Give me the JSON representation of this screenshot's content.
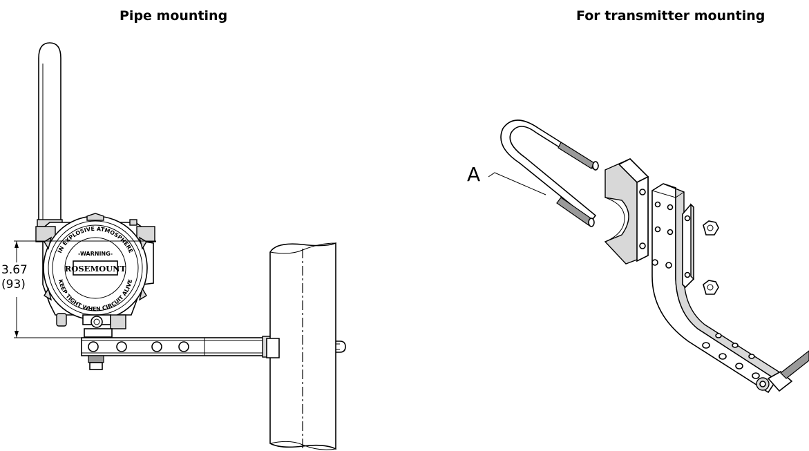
{
  "titles": {
    "left": "Pipe mounting",
    "right": "For transmitter mounting"
  },
  "dimension": {
    "inches": "3.67",
    "mm": "(93)"
  },
  "callout": {
    "label": "A"
  },
  "housing_marking": {
    "brand": "ROSEMOUNT",
    "warning": "-WARNING-",
    "ring_top": "IN EXPLOSIVE ATMOSPHERE",
    "ring_bottom": "KEEP TIGHT WHEN CIRCUIT ALIVE"
  }
}
